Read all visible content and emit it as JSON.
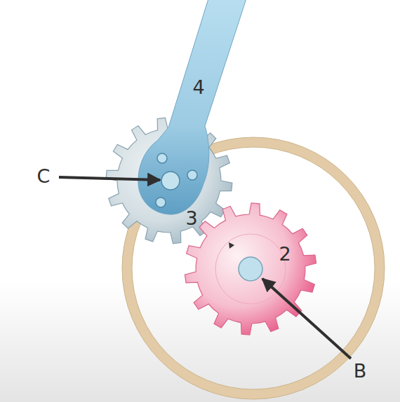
{
  "diagram": {
    "labels": [
      "4",
      "C",
      "3",
      "2",
      "B"
    ]
  }
}
